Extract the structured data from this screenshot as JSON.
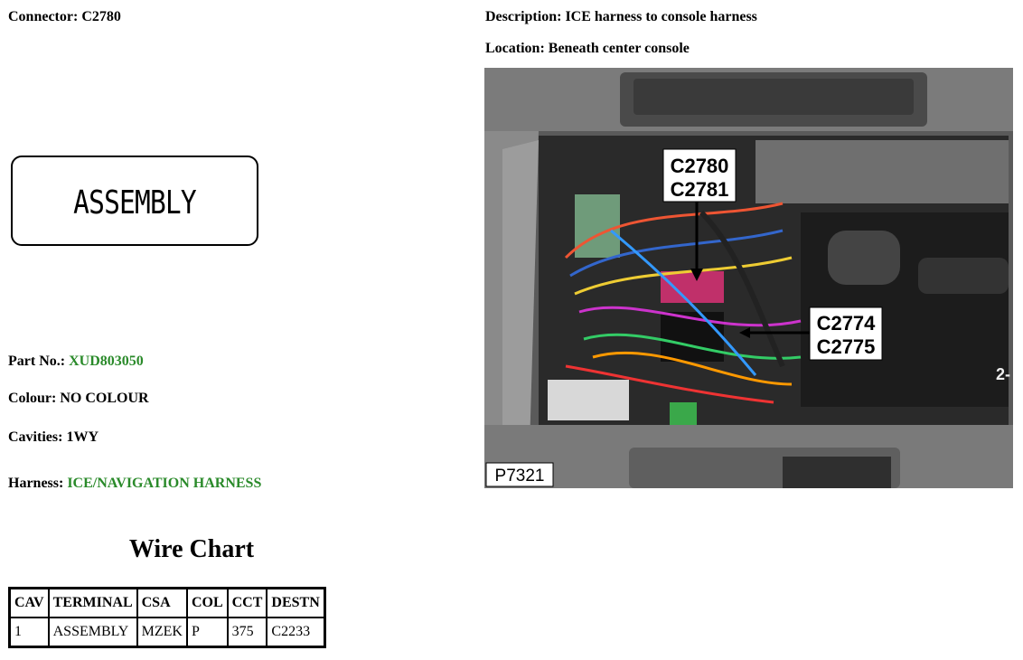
{
  "connector": {
    "label": "Connector:",
    "value": "C2780"
  },
  "description": {
    "label": "Description:",
    "value": "ICE harness to console harness"
  },
  "location": {
    "label": "Location:",
    "value": "Beneath center console"
  },
  "assembly_text": "ASSEMBLY",
  "part_no": {
    "label": "Part No.:",
    "value": "XUD803050"
  },
  "colour": {
    "label": "Colour:",
    "value": "NO COLOUR"
  },
  "cavities": {
    "label": "Cavities:",
    "value": "1WY"
  },
  "harness": {
    "label": "Harness:",
    "value": "ICE/NAVIGATION HARNESS"
  },
  "wire_chart": {
    "title": "Wire Chart",
    "headers": [
      "CAV",
      "TERMINAL",
      "CSA",
      "COL",
      "CCT",
      "DESTN"
    ],
    "rows": [
      [
        "1",
        "ASSEMBLY",
        "MZEK",
        "P",
        "375",
        "C2233"
      ]
    ]
  },
  "photo": {
    "callouts": [
      "C2780",
      "C2781",
      "C2774",
      "C2775",
      "2-"
    ],
    "ref": "P7321"
  },
  "colors": {
    "link_green": "#2a8a2a"
  }
}
